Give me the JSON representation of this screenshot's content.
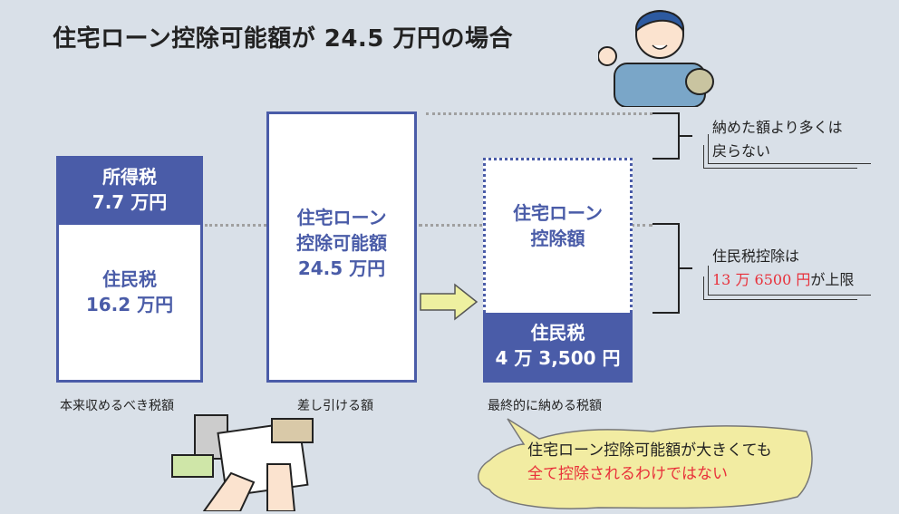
{
  "title": "住宅ローン控除可能額が 24.5 万円の場合",
  "box1": {
    "top_line1": "所得税",
    "top_line2": "7.7 万円",
    "bottom_line1": "住民税",
    "bottom_line2": "16.2 万円",
    "caption": "本来収めるべき税額"
  },
  "box2": {
    "line1": "住宅ローン",
    "line2": "控除可能額",
    "line3": "24.5 万円",
    "caption": "差し引ける額"
  },
  "box3": {
    "top_line1": "住宅ローン",
    "top_line2": "控除額",
    "bottom_line1": "住民税",
    "bottom_line2": "4 万 3,500 円",
    "caption": "最終的に納める税額"
  },
  "note1": {
    "line1": "納めた額より多くは",
    "line2": "戻らない"
  },
  "note2": {
    "line1": "住民税控除は",
    "line2_red": "13 万 6500 円",
    "line2_rest": "が上限"
  },
  "bubble": {
    "line1": "住宅ローン控除可能額が大きくても",
    "line2": "全て控除されるわけではない"
  },
  "colors": {
    "accent": "#4a5ca8",
    "red": "#e8303a",
    "bubble": "#f2eca2",
    "background": "#d9e0e8"
  }
}
